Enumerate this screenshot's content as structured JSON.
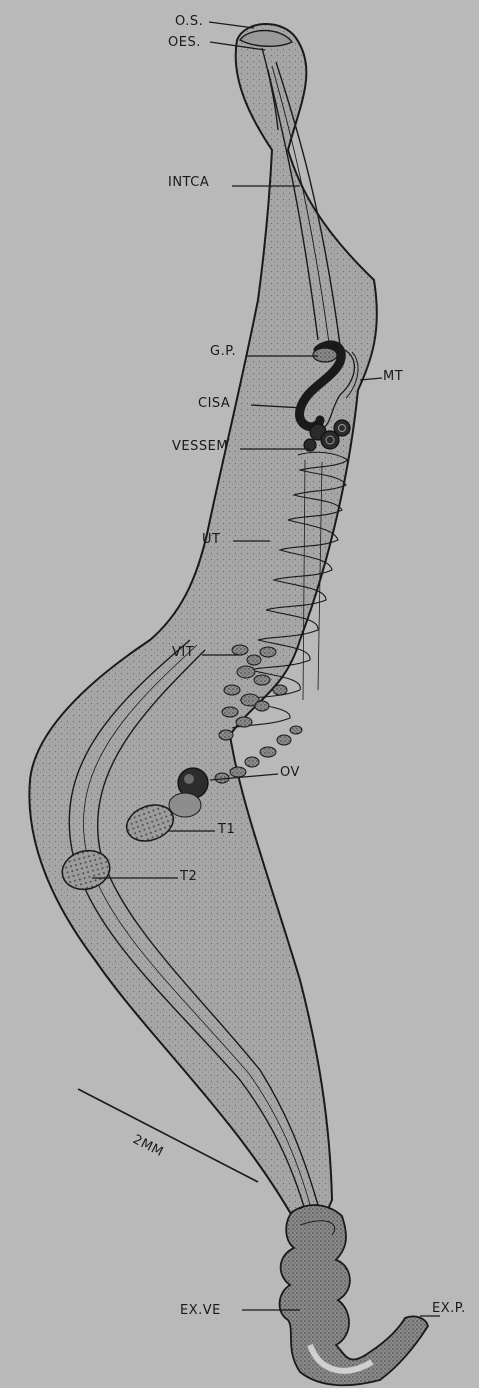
{
  "labels": {
    "os": "O.S.",
    "oes": "OES.",
    "intca": "INTCA",
    "gp": "G.P.",
    "mt": "MT",
    "cisa": "CISA",
    "vessem": "VESSEM",
    "ut": "UT",
    "vit": "VIT",
    "ov": "OV",
    "t1": "T1",
    "t2": "T2",
    "scale": "2MM",
    "exve": "EX.VE",
    "exp": "EX.P."
  },
  "colors": {
    "background": "#b9b9b9",
    "body_fill": "#a9a9a9",
    "ink": "#1a1a1a",
    "vesicle_fill": "#8f8f8f",
    "gland_fill": "#3a3a3a"
  }
}
